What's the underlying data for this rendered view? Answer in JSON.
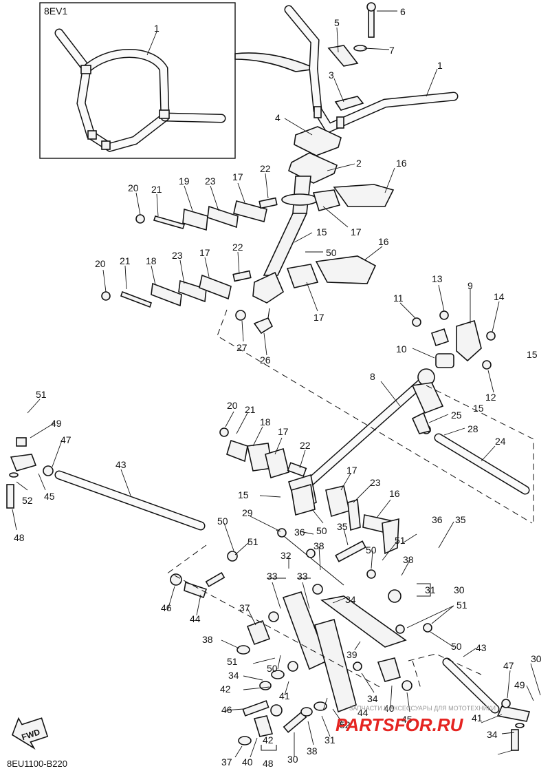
{
  "diagram": {
    "inset_title": "8EV1",
    "drawing_code": "8EU1100-B220",
    "fwd_label": "FWD",
    "watermark_text": "ЗАПЧАСТИ И АКСЕССУАРЫ ДЛЯ МОТОТЕХНИКИ",
    "watermark_logo": "PARTSFOR.RU",
    "callouts": [
      {
        "id": "c-1-inset",
        "text": "1"
      },
      {
        "id": "c-6",
        "text": "6"
      },
      {
        "id": "c-5",
        "text": "5"
      },
      {
        "id": "c-7",
        "text": "7"
      },
      {
        "id": "c-3",
        "text": "3"
      },
      {
        "id": "c-1",
        "text": "1"
      },
      {
        "id": "c-4",
        "text": "4"
      },
      {
        "id": "c-2",
        "text": "2"
      },
      {
        "id": "c-16a",
        "text": "16"
      },
      {
        "id": "c-22a",
        "text": "22"
      },
      {
        "id": "c-20a",
        "text": "20"
      },
      {
        "id": "c-21a",
        "text": "21"
      },
      {
        "id": "c-19",
        "text": "19"
      },
      {
        "id": "c-23a",
        "text": "23"
      },
      {
        "id": "c-17a",
        "text": "17"
      },
      {
        "id": "c-17b",
        "text": "17"
      },
      {
        "id": "c-15a",
        "text": "15"
      },
      {
        "id": "c-50a",
        "text": "50"
      },
      {
        "id": "c-16b",
        "text": "16"
      },
      {
        "id": "c-20b",
        "text": "20"
      },
      {
        "id": "c-21b",
        "text": "21"
      },
      {
        "id": "c-18a",
        "text": "18"
      },
      {
        "id": "c-23b",
        "text": "23"
      },
      {
        "id": "c-17c",
        "text": "17"
      },
      {
        "id": "c-22b",
        "text": "22"
      },
      {
        "id": "c-17d",
        "text": "17"
      },
      {
        "id": "c-13",
        "text": "13"
      },
      {
        "id": "c-11",
        "text": "11"
      },
      {
        "id": "c-9",
        "text": "9"
      },
      {
        "id": "c-14",
        "text": "14"
      },
      {
        "id": "c-27",
        "text": "27"
      },
      {
        "id": "c-26",
        "text": "26"
      },
      {
        "id": "c-10",
        "text": "10"
      },
      {
        "id": "c-15b",
        "text": "15"
      },
      {
        "id": "c-12",
        "text": "12"
      },
      {
        "id": "c-8",
        "text": "8"
      },
      {
        "id": "c-15c",
        "text": "15"
      },
      {
        "id": "c-51a",
        "text": "51"
      },
      {
        "id": "c-20c",
        "text": "20"
      },
      {
        "id": "c-21c",
        "text": "21"
      },
      {
        "id": "c-25",
        "text": "25"
      },
      {
        "id": "c-49a",
        "text": "49"
      },
      {
        "id": "c-18b",
        "text": "18"
      },
      {
        "id": "c-28",
        "text": "28"
      },
      {
        "id": "c-47a",
        "text": "47"
      },
      {
        "id": "c-17e",
        "text": "17"
      },
      {
        "id": "c-24",
        "text": "24"
      },
      {
        "id": "c-22c",
        "text": "22"
      },
      {
        "id": "c-43a",
        "text": "43"
      },
      {
        "id": "c-17f",
        "text": "17"
      },
      {
        "id": "c-52a",
        "text": "52"
      },
      {
        "id": "c-45a",
        "text": "45"
      },
      {
        "id": "c-23c",
        "text": "23"
      },
      {
        "id": "c-15d",
        "text": "15"
      },
      {
        "id": "c-16c",
        "text": "16"
      },
      {
        "id": "c-29",
        "text": "29"
      },
      {
        "id": "c-48a",
        "text": "48"
      },
      {
        "id": "c-36a",
        "text": "36"
      },
      {
        "id": "c-36b",
        "text": "36"
      },
      {
        "id": "c-35a",
        "text": "35"
      },
      {
        "id": "c-35b",
        "text": "35"
      },
      {
        "id": "c-50b",
        "text": "50"
      },
      {
        "id": "c-50c",
        "text": "50"
      },
      {
        "id": "c-51b",
        "text": "51"
      },
      {
        "id": "c-51c",
        "text": "51"
      },
      {
        "id": "c-38a",
        "text": "38"
      },
      {
        "id": "c-38b",
        "text": "38"
      },
      {
        "id": "c-32",
        "text": "32"
      },
      {
        "id": "c-50d",
        "text": "50"
      },
      {
        "id": "c-33a",
        "text": "33"
      },
      {
        "id": "c-33b",
        "text": "33"
      },
      {
        "id": "c-31a",
        "text": "31"
      },
      {
        "id": "c-30a",
        "text": "30"
      },
      {
        "id": "c-46a",
        "text": "46"
      },
      {
        "id": "c-44a",
        "text": "44"
      },
      {
        "id": "c-34a",
        "text": "34"
      },
      {
        "id": "c-37a",
        "text": "37"
      },
      {
        "id": "c-51d",
        "text": "51"
      },
      {
        "id": "c-38c",
        "text": "38"
      },
      {
        "id": "c-39",
        "text": "39"
      },
      {
        "id": "c-50e",
        "text": "50"
      },
      {
        "id": "c-43b",
        "text": "43"
      },
      {
        "id": "c-51e",
        "text": "51"
      },
      {
        "id": "c-50f",
        "text": "50"
      },
      {
        "id": "c-34b",
        "text": "34"
      },
      {
        "id": "c-47b",
        "text": "47"
      },
      {
        "id": "c-42a",
        "text": "42"
      },
      {
        "id": "c-41a",
        "text": "41"
      },
      {
        "id": "c-34c",
        "text": "34"
      },
      {
        "id": "c-49b",
        "text": "49"
      },
      {
        "id": "c-30b",
        "text": "30"
      },
      {
        "id": "c-44b",
        "text": "44"
      },
      {
        "id": "c-40a",
        "text": "40"
      },
      {
        "id": "c-46b",
        "text": "46"
      },
      {
        "id": "c-45b",
        "text": "45"
      },
      {
        "id": "c-41b",
        "text": "41"
      },
      {
        "id": "c-52b",
        "text": "52"
      },
      {
        "id": "c-34d",
        "text": "34"
      },
      {
        "id": "c-31b",
        "text": "31"
      },
      {
        "id": "c-42b",
        "text": "42"
      },
      {
        "id": "c-38d",
        "text": "38"
      },
      {
        "id": "c-37b",
        "text": "37"
      },
      {
        "id": "c-40b",
        "text": "40"
      },
      {
        "id": "c-30c",
        "text": "30"
      },
      {
        "id": "c-48b",
        "text": "48"
      }
    ]
  }
}
